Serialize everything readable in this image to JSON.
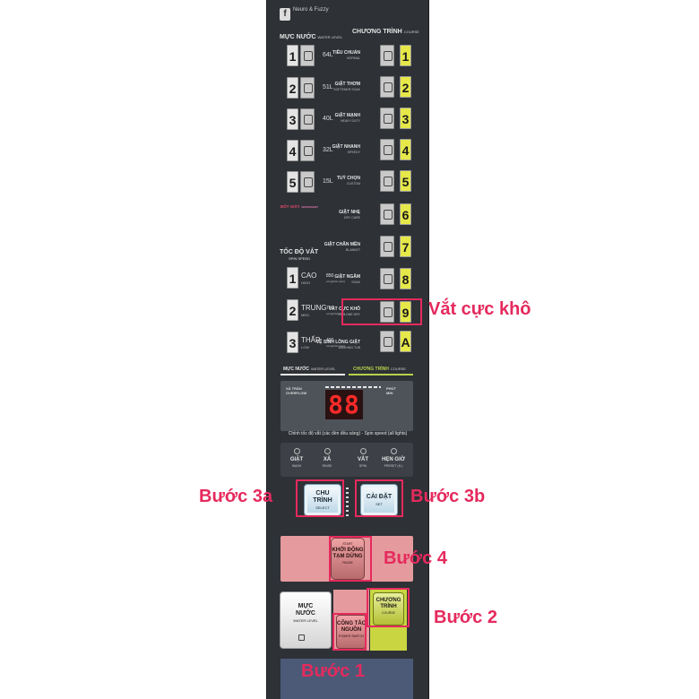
{
  "brand": {
    "logo_letter": "f",
    "logo_text": "Neuro & Fuzzy"
  },
  "water_level": {
    "title": "MỰC NƯỚC",
    "title_en": "WATER LEVEL",
    "levels": [
      {
        "num": "1",
        "value": "64L"
      },
      {
        "num": "2",
        "value": "51L"
      },
      {
        "num": "3",
        "value": "40L"
      },
      {
        "num": "4",
        "value": "32L"
      },
      {
        "num": "5",
        "value": "15L"
      }
    ],
    "detergent": "BỘT GIẶT",
    "detergent_en": "DETERGENT"
  },
  "course": {
    "title": "CHƯƠNG TRÌNH",
    "title_en": "COURSE",
    "items": [
      {
        "num": "1",
        "name": "TIÊU CHUẨN",
        "en": "NORMAL"
      },
      {
        "num": "2",
        "name": "GIẶT THƠM",
        "en": "SOFTENER SOAK"
      },
      {
        "num": "3",
        "name": "GIẶT MẠNH",
        "en": "HEAVY DUTY"
      },
      {
        "num": "4",
        "name": "GIẶT NHANH",
        "en": "SPEEDY"
      },
      {
        "num": "5",
        "name": "TUỲ CHỌN",
        "en": "CUSTOM"
      },
      {
        "num": "6",
        "name": "GIẶT NHẸ",
        "en": "DRY CARE"
      },
      {
        "num": "7",
        "name": "GIẶT CHĂN MỀN",
        "en": "BLANKET"
      },
      {
        "num": "8",
        "name": "GIẶT NGÂM",
        "en": "SOAK"
      },
      {
        "num": "9",
        "name": "VẮT CỰC KHÔ",
        "en": "CYCLONE DRY"
      },
      {
        "num": "A",
        "name": "VỆ SINH LỒNG GIẶT",
        "en": "WASHING TUB"
      }
    ]
  },
  "spin_speed": {
    "title": "TỐC ĐỘ VẮT",
    "title_en": "SPIN SPEED",
    "levels": [
      {
        "num": "1",
        "name": "CAO",
        "en": "HIGH",
        "rpm": "850",
        "unit": "vòng/phút (rpm)"
      },
      {
        "num": "2",
        "name": "TRUNG",
        "en": "MED.",
        "rpm": "750",
        "unit": "vòng/phút (rpm)"
      },
      {
        "num": "3",
        "name": "THẤP",
        "en": "LOW",
        "rpm": "400",
        "unit": "vòng/phút (rpm)"
      }
    ]
  },
  "indicator_labels": {
    "water": "MỰC NƯỚC",
    "water_en": "WATER LEVEL",
    "course": "CHƯƠNG TRÌNH",
    "course_en": "COURSE"
  },
  "display": {
    "overflow": "XẢ TRÀN",
    "overflow_en": "OVERFLOW",
    "minute": "PHÚT",
    "minute_en": "MIN",
    "digits": "88",
    "spin_note": "Chỉnh tốc độ vắt (các đèn đều sáng) - Spin speed (all lights)"
  },
  "steps": [
    {
      "name": "GIẶT",
      "en": "WASH"
    },
    {
      "name": "XẢ",
      "en": "RINSE"
    },
    {
      "name": "VẮT",
      "en": "SPIN"
    },
    {
      "name": "HẸN GIỜ",
      "en": "PRESET (H.)"
    }
  ],
  "buttons": {
    "select_line1": "CHU",
    "select_line2": "TRÌNH",
    "select_en": "SELECT",
    "set_label": "CÀI ĐẶT",
    "set_en": "SET",
    "start_en_top": "START",
    "start_line1": "KHỞI ĐỘNG",
    "start_line2": "TẠM DỪNG",
    "start_en_bottom": "PAUSE",
    "water_line1": "MỰC",
    "water_line2": "NƯỚC",
    "water_en": "WATER LEVEL",
    "power_line1": "CÔNG TẮC",
    "power_line2": "NGUỒN",
    "power_en": "POWER SWITCH",
    "course_line1": "CHƯƠNG",
    "course_line2": "TRÌNH",
    "course_en": "COURSE"
  },
  "annotations": {
    "cyclone": "Vắt cực khô",
    "step3a": "Bước 3a",
    "step3b": "Bước 3b",
    "step4": "Bước 4",
    "step2": "Bước 2",
    "step1": "Bước 1"
  },
  "colors": {
    "panel": "#2e3136",
    "accent": "#e52a5d",
    "display_red": "#ff2a2a",
    "course_yellow": "#c9d641",
    "start_pink": "#e59b9e"
  }
}
